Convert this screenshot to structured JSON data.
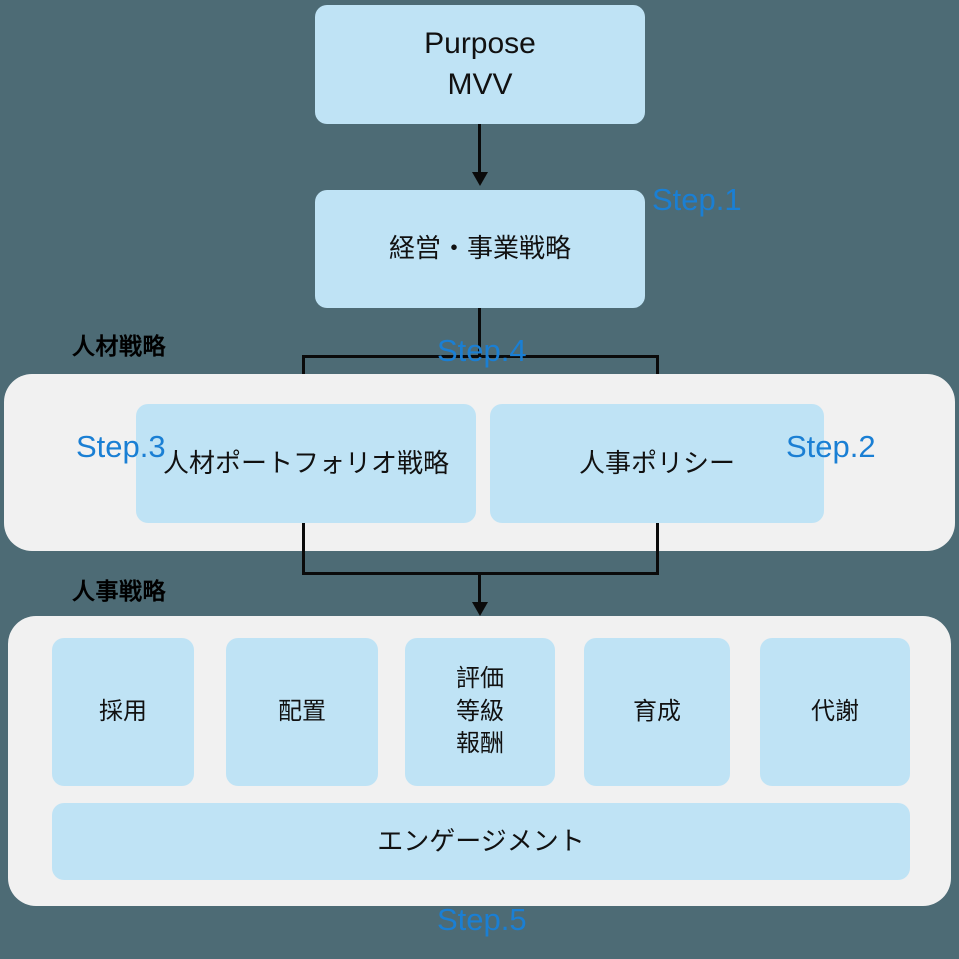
{
  "background_color": "#4d6b75",
  "node_color": "#bfe3f5",
  "panel_color": "#f1f1f1",
  "step_label_color": "#1a7fd4",
  "text_color": "#111111",
  "top": {
    "purpose_box": "Purpose\nMVV"
  },
  "strategy": {
    "box": "経営・事業戦略",
    "step": "Step.1"
  },
  "branch": {
    "step": "Step.4"
  },
  "talent_strategy": {
    "caption": "人材戦略",
    "portfolio_box": "人材ポートフォリオ戦略",
    "portfolio_step": "Step.3",
    "policy_box": "人事ポリシー",
    "policy_step": "Step.2"
  },
  "hr_strategy": {
    "caption": "人事戦略",
    "step": "Step.5",
    "functions": [
      {
        "label": "採用"
      },
      {
        "label": "配置"
      },
      {
        "label": "評価\n等級\n報酬"
      },
      {
        "label": "育成"
      },
      {
        "label": "代謝"
      }
    ],
    "engagement_bar": "エンゲージメント"
  }
}
